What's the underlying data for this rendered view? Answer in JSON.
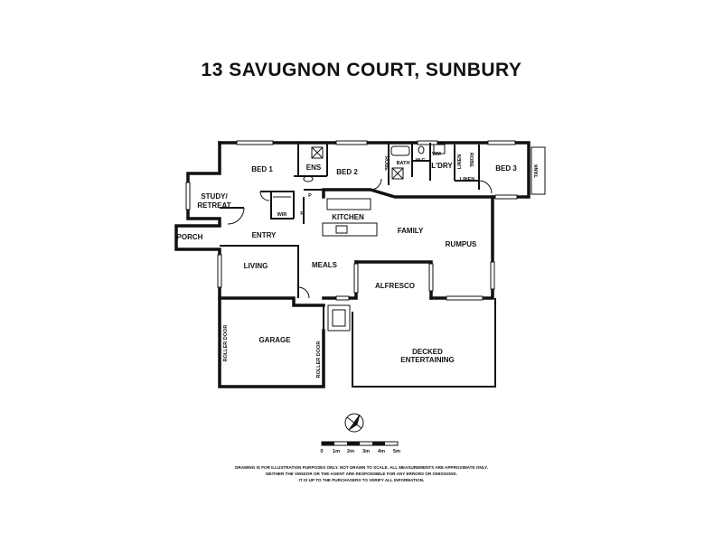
{
  "title": "13 SAVUGNON COURT, SUNBURY",
  "rooms": {
    "bed1": "BED 1",
    "ens": "ENS",
    "bed2": "BED 2",
    "robe1": "ROBE",
    "bath": "BATH",
    "wc": "W.C.",
    "wm": "WM",
    "ldry": "L'DRY",
    "linen1": "LINEN",
    "robe2": "ROBE",
    "bed3": "BED 3",
    "tank": "TANK",
    "linen2": "LINEN",
    "study1": "STUDY/",
    "study2": "RETREAT",
    "wir": "WIR",
    "pantry": "P",
    "fridge": "F",
    "kitchen": "KITCHEN",
    "family": "FAMILY",
    "rumpus": "RUMPUS",
    "porch": "PORCH",
    "entry": "ENTRY",
    "living": "LIVING",
    "meals": "MEALS",
    "alfresco": "ALFRESCO",
    "garage": "GARAGE",
    "roller1": "ROLLER DOOR",
    "roller2": "ROLLER DOOR",
    "decked1": "DECKED",
    "decked2": "ENTERTAINING"
  },
  "scale": {
    "labels": [
      "0",
      "1m",
      "2m",
      "3m",
      "4m",
      "5m"
    ]
  },
  "disclaimer": [
    "DRAWING IS FOR ILLUSTRATION PURPOSES ONLY. NOT DRAWN TO SCALE. ALL MEASUREMENTS ARE APPROXIMATE ONLY.",
    "NEITHER THE VENDOR OR THE AGENT ARE RESPONSIBLE FOR ANY ERRORS OR OMISSIONS.",
    "IT IS UP TO THE PURCHASERS TO VERIFY ALL INFORMATION."
  ]
}
